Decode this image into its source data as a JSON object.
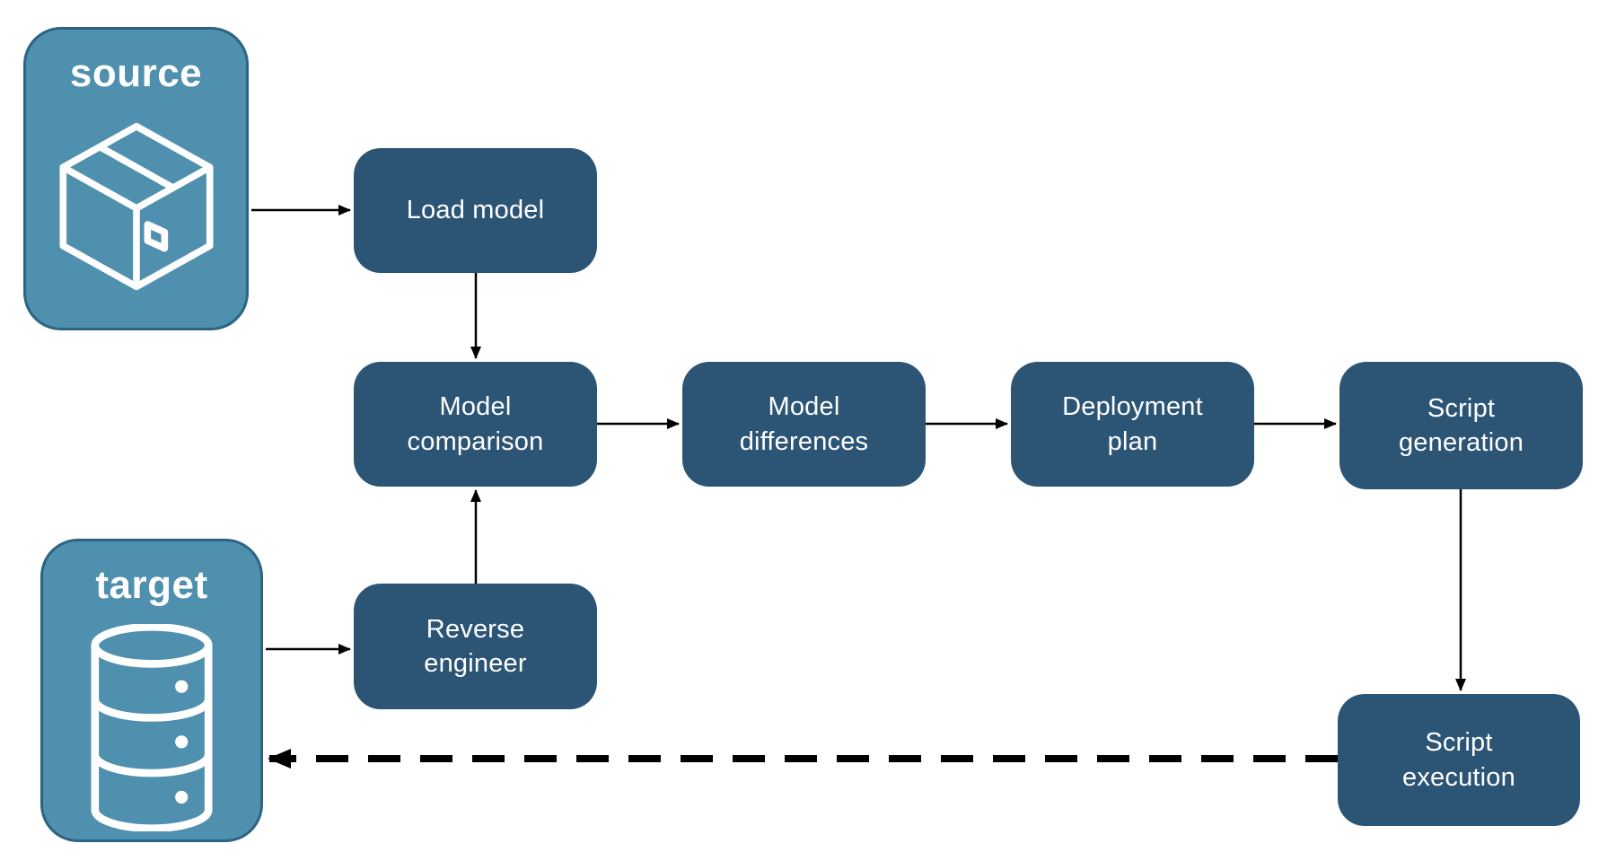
{
  "diagram": {
    "background": "#ffffff",
    "colors": {
      "node_fill": "#2B5475",
      "endpoint_fill": "#4E90AE",
      "endpoint_border": "#2C6483",
      "label_text": "#FFFFFF",
      "arrow": "#000000"
    },
    "endpoints": {
      "source": {
        "label": "source",
        "icon": "package-box-icon"
      },
      "target": {
        "label": "target",
        "icon": "database-cylinder-icon"
      }
    },
    "nodes": {
      "load_model": {
        "label": "Load model"
      },
      "model_comparison": {
        "label": "Model\ncomparison"
      },
      "model_differences": {
        "label": "Model\ndifferences"
      },
      "deployment_plan": {
        "label": "Deployment\nplan"
      },
      "script_generation": {
        "label": "Script\ngeneration"
      },
      "reverse_engineer": {
        "label": "Reverse\nengineer"
      },
      "script_execution": {
        "label": "Script\nexecution"
      }
    },
    "edges": [
      {
        "from": "source",
        "to": "load_model",
        "style": "solid"
      },
      {
        "from": "load_model",
        "to": "model_comparison",
        "style": "solid"
      },
      {
        "from": "model_comparison",
        "to": "model_differences",
        "style": "solid"
      },
      {
        "from": "model_differences",
        "to": "deployment_plan",
        "style": "solid"
      },
      {
        "from": "deployment_plan",
        "to": "script_generation",
        "style": "solid"
      },
      {
        "from": "script_generation",
        "to": "script_execution",
        "style": "solid"
      },
      {
        "from": "target",
        "to": "reverse_engineer",
        "style": "solid"
      },
      {
        "from": "reverse_engineer",
        "to": "model_comparison",
        "style": "solid"
      },
      {
        "from": "script_execution",
        "to": "target",
        "style": "dashed"
      }
    ]
  }
}
